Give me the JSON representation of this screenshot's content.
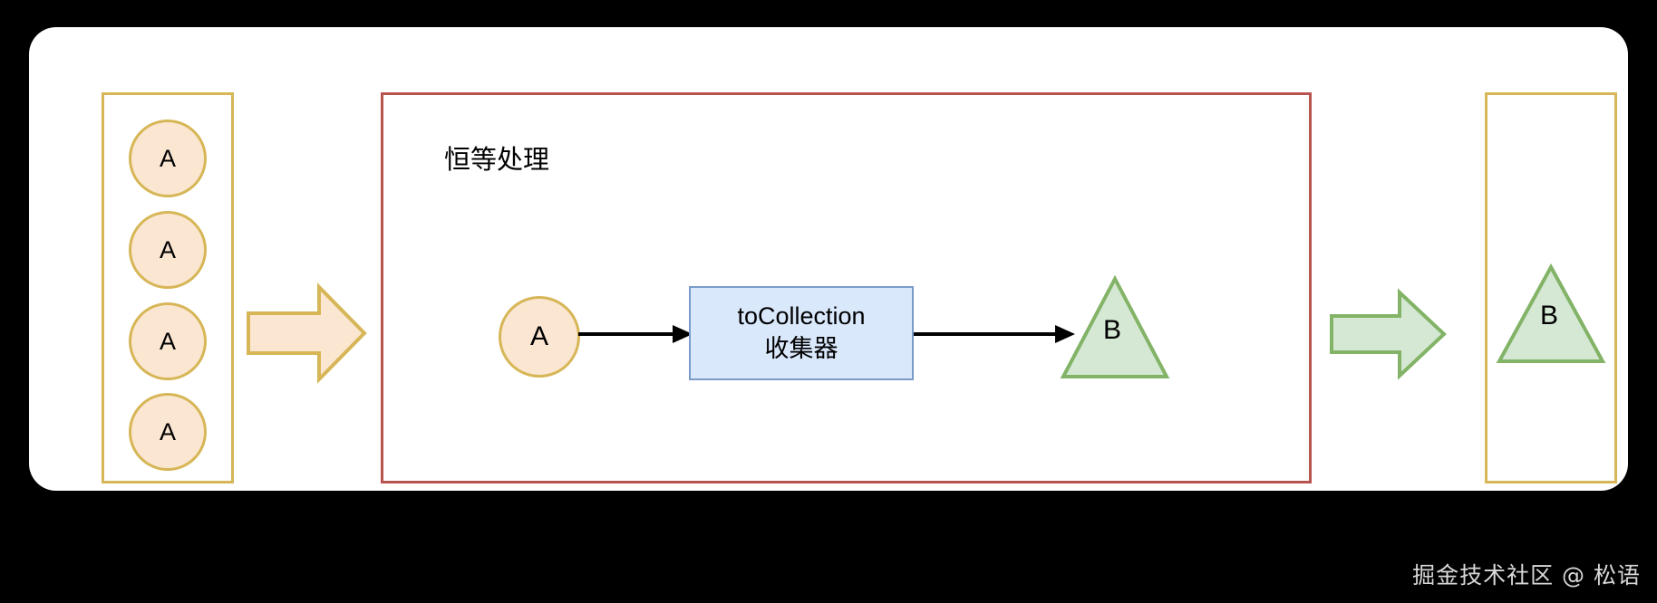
{
  "diagram": {
    "background_color": "#000000",
    "card_color": "#ffffff",
    "title": "恒等处理",
    "source_group": {
      "border_color": "#d6b656",
      "tokens": [
        {
          "label": "A"
        },
        {
          "label": "A"
        },
        {
          "label": "A"
        },
        {
          "label": "A"
        }
      ]
    },
    "input_arrow": {
      "name": "orange-block-arrow",
      "fill": "#fbe6d2",
      "stroke": "#d6b656",
      "direction": "right"
    },
    "process_group": {
      "border_color": "#b85450",
      "title": "恒等处理",
      "input_token": {
        "label": "A",
        "fill": "#fbe6d2",
        "stroke": "#d6b656"
      },
      "collector": {
        "line1": "toCollection",
        "line2": "收集器",
        "fill": "#dae8fc",
        "stroke": "#7a9bc9"
      },
      "output_token": {
        "label": "B",
        "fill": "#d5e8d4",
        "stroke": "#82b366"
      },
      "connector_1": {
        "name": "arrow-a-to-collector"
      },
      "connector_2": {
        "name": "arrow-collector-to-b"
      }
    },
    "output_arrow": {
      "name": "green-block-arrow",
      "fill": "#d5e8d4",
      "stroke": "#82b366",
      "direction": "right"
    },
    "result_group": {
      "border_color": "#d6b656",
      "tokens": [
        {
          "label": "B",
          "fill": "#d5e8d4",
          "stroke": "#82b366"
        }
      ]
    },
    "watermark": "掘金技术社区 @ 松语"
  }
}
